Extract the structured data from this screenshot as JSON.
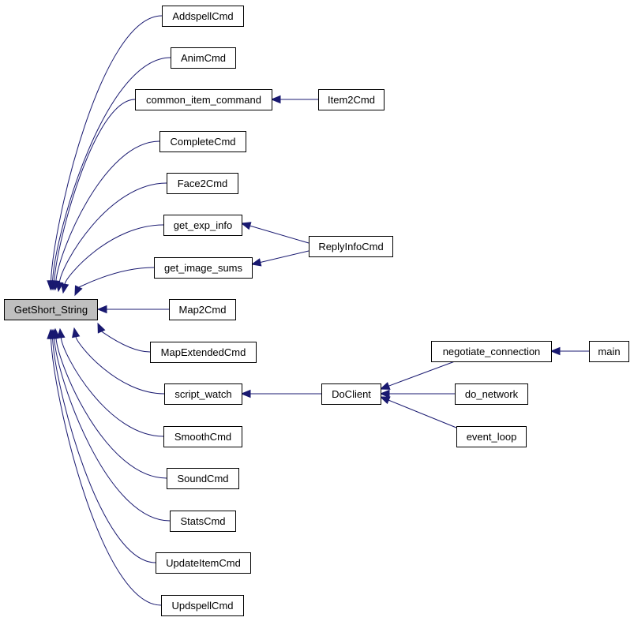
{
  "colors": {
    "edge": "#191970",
    "node_fill": "#ffffff",
    "focus_fill": "#bfbfbf",
    "node_border": "#000000"
  },
  "nodes": [
    {
      "id": "getshort",
      "label": "GetShort_String",
      "focus": true
    },
    {
      "id": "addspell",
      "label": "AddspellCmd"
    },
    {
      "id": "anim",
      "label": "AnimCmd"
    },
    {
      "id": "common",
      "label": "common_item_command"
    },
    {
      "id": "item2",
      "label": "Item2Cmd"
    },
    {
      "id": "complete",
      "label": "CompleteCmd"
    },
    {
      "id": "face2",
      "label": "Face2Cmd"
    },
    {
      "id": "getexp",
      "label": "get_exp_info"
    },
    {
      "id": "replyinfo",
      "label": "ReplyInfoCmd"
    },
    {
      "id": "getimage",
      "label": "get_image_sums"
    },
    {
      "id": "map2",
      "label": "Map2Cmd"
    },
    {
      "id": "mapext",
      "label": "MapExtendedCmd"
    },
    {
      "id": "script",
      "label": "script_watch"
    },
    {
      "id": "doclient",
      "label": "DoClient"
    },
    {
      "id": "negotiate",
      "label": "negotiate_connection"
    },
    {
      "id": "main",
      "label": "main"
    },
    {
      "id": "donetwork",
      "label": "do_network"
    },
    {
      "id": "eventloop",
      "label": "event_loop"
    },
    {
      "id": "smooth",
      "label": "SmoothCmd"
    },
    {
      "id": "sound",
      "label": "SoundCmd"
    },
    {
      "id": "stats",
      "label": "StatsCmd"
    },
    {
      "id": "updateitem",
      "label": "UpdateItemCmd"
    },
    {
      "id": "updspell",
      "label": "UpdspellCmd"
    }
  ],
  "edges": [
    {
      "from": "addspell",
      "to": "getshort"
    },
    {
      "from": "anim",
      "to": "getshort"
    },
    {
      "from": "common",
      "to": "getshort"
    },
    {
      "from": "complete",
      "to": "getshort"
    },
    {
      "from": "face2",
      "to": "getshort"
    },
    {
      "from": "getexp",
      "to": "getshort"
    },
    {
      "from": "getimage",
      "to": "getshort"
    },
    {
      "from": "map2",
      "to": "getshort"
    },
    {
      "from": "mapext",
      "to": "getshort"
    },
    {
      "from": "script",
      "to": "getshort"
    },
    {
      "from": "smooth",
      "to": "getshort"
    },
    {
      "from": "sound",
      "to": "getshort"
    },
    {
      "from": "stats",
      "to": "getshort"
    },
    {
      "from": "updateitem",
      "to": "getshort"
    },
    {
      "from": "updspell",
      "to": "getshort"
    },
    {
      "from": "item2",
      "to": "common"
    },
    {
      "from": "replyinfo",
      "to": "getexp"
    },
    {
      "from": "replyinfo",
      "to": "getimage"
    },
    {
      "from": "doclient",
      "to": "script"
    },
    {
      "from": "negotiate",
      "to": "doclient"
    },
    {
      "from": "donetwork",
      "to": "doclient"
    },
    {
      "from": "eventloop",
      "to": "doclient"
    },
    {
      "from": "main",
      "to": "negotiate"
    }
  ]
}
